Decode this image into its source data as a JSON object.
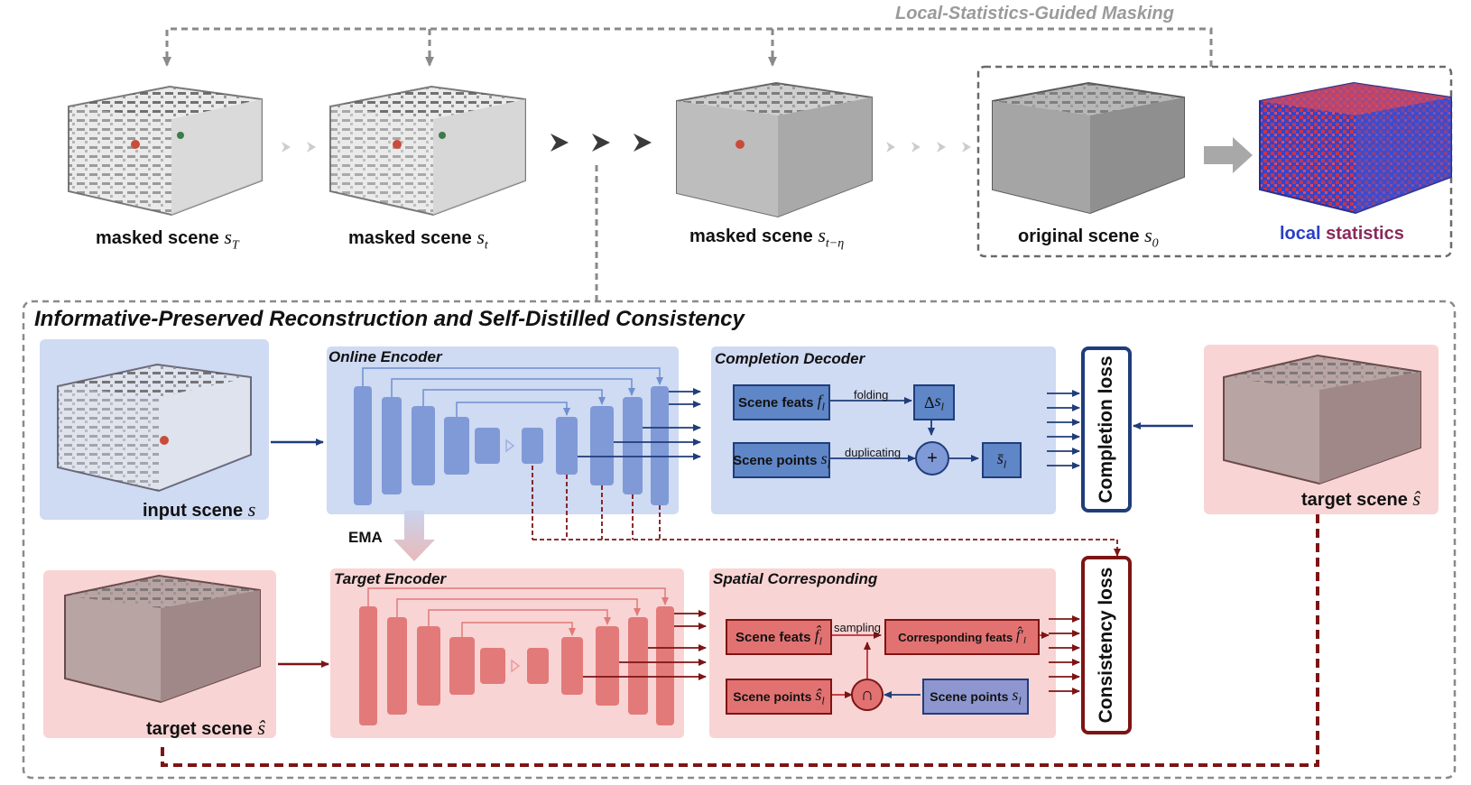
{
  "top": {
    "title": "Local-Statistics-Guided Masking",
    "scenes": [
      {
        "label": "masked scene",
        "sym": "sT"
      },
      {
        "label": "masked scene",
        "sym": "st"
      },
      {
        "label": "masked scene",
        "sym": "st−η"
      },
      {
        "label": "original scene",
        "sym": "s0"
      }
    ],
    "local_stats": {
      "word1": "local",
      "word2": "statistics"
    }
  },
  "bottom": {
    "title": "Informative-Preserved Reconstruction and Self-Distilled Consistency",
    "input_scene": {
      "label": "input scene",
      "sym": "s"
    },
    "target_scene_left": {
      "label": "target scene",
      "sym": "ŝ"
    },
    "target_scene_right": {
      "label": "target scene",
      "sym": "ŝ"
    },
    "online_encoder": "Online Encoder",
    "target_encoder": "Target Encoder",
    "ema": "EMA",
    "completion_decoder": {
      "title": "Completion  Decoder",
      "scene_feats": "Scene feats",
      "scene_feats_sym": "fl",
      "folding": "folding",
      "delta": "Δsl",
      "scene_points": "Scene points",
      "scene_points_sym": "sl",
      "duplicating": "duplicating",
      "plus": "+",
      "output": "s̄l"
    },
    "spatial": {
      "title": "Spatial Corresponding",
      "scene_feats": "Scene feats",
      "scene_feats_sym": "f̂l",
      "sampling": "sampling",
      "corresponding": "Corresponding feats",
      "corresponding_sym": "f̂′l",
      "scene_points_hat": "Scene points",
      "scene_points_hat_sym": "ŝl",
      "cap": "∩",
      "scene_points": "Scene points",
      "scene_points_sym": "sl"
    },
    "completion_loss": "Completion loss",
    "consistency_loss": "Consistency loss"
  },
  "colors": {
    "blue_panel": "#cfdaf3",
    "red_panel": "#f9d4d4",
    "blue_arrow": "#1f3d7a",
    "red_arrow": "#7d1414",
    "gray_dashed": "#8a8a8a",
    "local_blue": "#2a3fc7",
    "local_red": "#c03030"
  }
}
